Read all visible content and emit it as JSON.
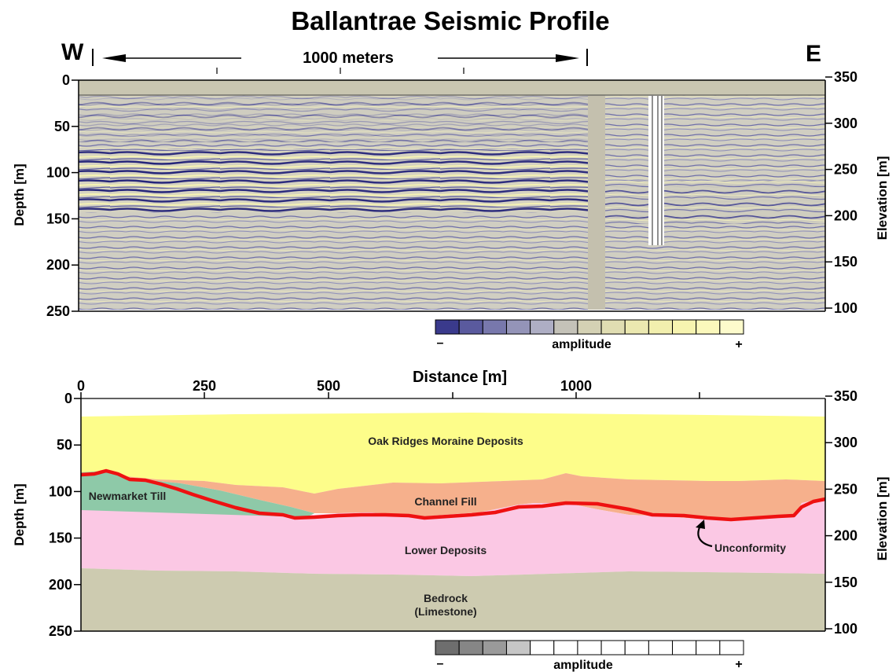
{
  "title": "Ballantrae Seismic Profile",
  "west_label": "W",
  "east_label": "E",
  "scale_bar_label": "1000 meters",
  "top_panel": {
    "y_label_left": "Depth [m]",
    "y_label_right": "Elevation [m]",
    "depth_ticks": [
      "0",
      "50",
      "100",
      "150",
      "200",
      "250"
    ],
    "elevation_ticks": [
      "350",
      "300",
      "250",
      "200",
      "150",
      "100"
    ],
    "colorbar": {
      "label": "amplitude",
      "minus": "–",
      "plus": "+",
      "colors": [
        "#3a3a8c",
        "#5a5a9e",
        "#7878ac",
        "#9494b8",
        "#aeaec4",
        "#c4c2b8",
        "#d4d1b4",
        "#e0ddb2",
        "#ebe8b0",
        "#f2efae",
        "#f7f4b0",
        "#fbf8bc",
        "#fdfbcc"
      ]
    }
  },
  "bottom_panel": {
    "x_label": "Distance [m]",
    "x_ticks": [
      "0",
      "250",
      "500",
      "1000"
    ],
    "y_label_left": "Depth [m]",
    "y_label_right": "Elevation [m]",
    "depth_ticks": [
      "0",
      "50",
      "100",
      "150",
      "200",
      "250"
    ],
    "elevation_ticks": [
      "350",
      "300",
      "250",
      "200",
      "150",
      "100"
    ],
    "layers": {
      "oak_ridges": "Oak Ridges Moraine Deposits",
      "newmarket": "Newmarket Till",
      "channel_fill": "Channel Fill",
      "lower": "Lower Deposits",
      "bedrock_1": "Bedrock",
      "bedrock_2": "(Limestone)",
      "unconformity": "Unconformity"
    },
    "layer_colors": {
      "oak_ridges": "#fdfd8a",
      "newmarket": "#8ec9a8",
      "channel_fill": "#f6b08c",
      "lower": "#fbc8e4",
      "bedrock": "#cdcbb0",
      "unconformity": "#ee1111"
    },
    "colorbar": {
      "label": "amplitude",
      "minus": "–",
      "plus": "+",
      "colors": [
        "#6e6e6e",
        "#868686",
        "#9a9a9a",
        "#c6c6c6",
        "#ffffff",
        "#ffffff",
        "#ffffff",
        "#ffffff",
        "#ffffff",
        "#ffffff",
        "#ffffff",
        "#ffffff",
        "#ffffff"
      ]
    }
  }
}
